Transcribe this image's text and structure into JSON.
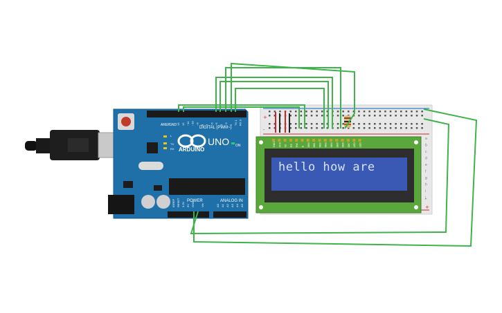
{
  "board": {
    "brand": "ARDUINO",
    "model": "UNO",
    "on_label": "ON",
    "tx_label": "TX",
    "rx_label": "RX",
    "l_label": "L",
    "aref_label": "AREF",
    "gnd_label": "GND",
    "digital_label": "DIGITAL (PWM~)",
    "power_label": "POWER",
    "analog_label": "ANALOG IN",
    "ioref_label": "IOREF",
    "reset_label": "RESET",
    "v33_label": "3.3V",
    "v5_label": "5V",
    "vin_label": "Vin",
    "digital_pins": [
      "13",
      "12",
      "~11",
      "~10",
      "~9",
      "8",
      "7",
      "~6",
      "~5",
      "4",
      "~3",
      "2",
      "TX 1",
      "RX 0"
    ],
    "analog_pins": [
      "A0",
      "A1",
      "A2",
      "A3",
      "A4",
      "A5"
    ]
  },
  "lcd": {
    "display_text": "hello how are",
    "pin_labels": [
      "GND",
      "VCC",
      "V0",
      "RS",
      "RW",
      "E",
      "DB0",
      "DB1",
      "DB2",
      "DB3",
      "DB4",
      "DB5",
      "DB6",
      "DB7",
      "LED",
      "LED"
    ]
  },
  "breadboard": {
    "plus_label": "+",
    "minus_label": "-",
    "row_letters": [
      "a",
      "b",
      "c",
      "d",
      "e",
      "f",
      "g",
      "h",
      "i",
      "j"
    ]
  },
  "colors": {
    "board_blue": "#1f6fa8",
    "wire_green": "#3db34a",
    "lcd_green": "#5aa83c",
    "lcd_screen": "#3a59b5",
    "breadboard": "#e8e8e8"
  }
}
